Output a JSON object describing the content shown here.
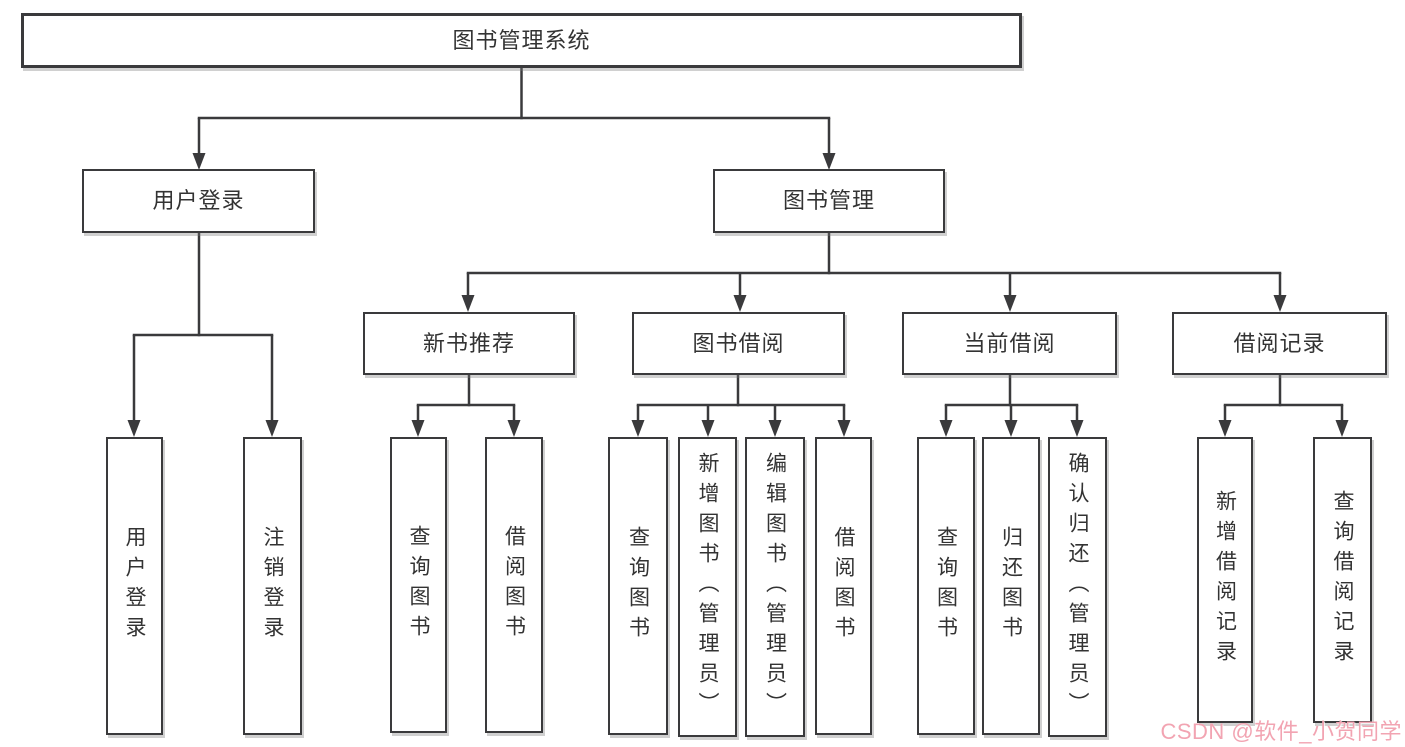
{
  "nodes": {
    "root": "图书管理系统",
    "level2": [
      "用户登录",
      "图书管理"
    ],
    "level3": [
      "新书推荐",
      "图书借阅",
      "当前借阅",
      "借阅记录"
    ],
    "leaves": [
      "用户登录",
      "注销登录",
      "查询图书",
      "借阅图书",
      "查询图书",
      "新增图书（管理员）",
      "编辑图书（管理员）",
      "借阅图书",
      "查询图书",
      "归还图书",
      "确认归还（管理员）",
      "新增借阅记录",
      "查询借阅记录"
    ]
  },
  "watermark": "CSDN @软件_小贺同学",
  "colors": {
    "line": "#3a3a3c",
    "border": "#3a3a3c",
    "text": "#333333",
    "watermark": "#f2a4b2"
  }
}
